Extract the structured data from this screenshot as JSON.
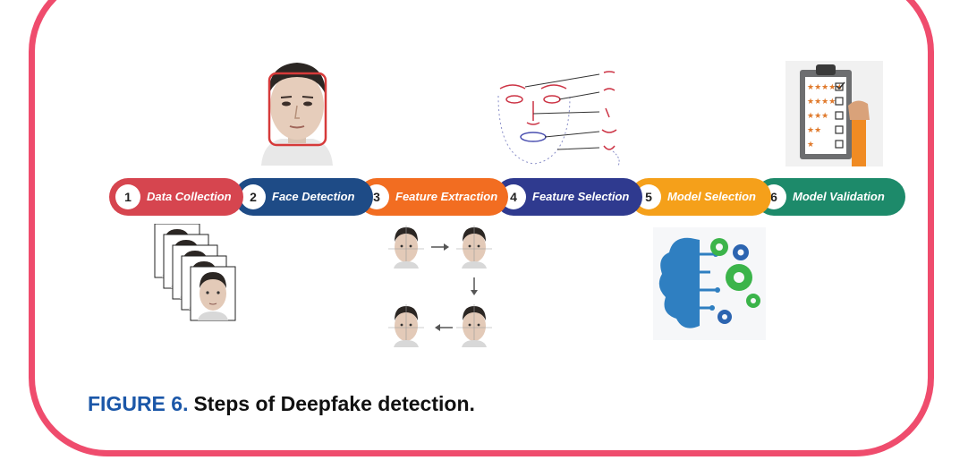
{
  "steps": [
    {
      "number": "1",
      "label": "Data Collection",
      "color": "#d6454f"
    },
    {
      "number": "2",
      "label": "Face Detection",
      "color": "#1e4b86"
    },
    {
      "number": "3",
      "label": "Feature Extraction",
      "color": "#f26d21"
    },
    {
      "number": "4",
      "label": "Feature Selection",
      "color": "#2f3a8f"
    },
    {
      "number": "5",
      "label": "Model Selection",
      "color": "#f5a01a"
    },
    {
      "number": "6",
      "label": "Model Validation",
      "color": "#1d8a6a"
    }
  ],
  "caption": {
    "figure_label": "FIGURE 6.",
    "text": "Steps of Deepfake detection."
  },
  "colors": {
    "frame": "#ef4c6d",
    "figure_label": "#1b57a8",
    "face_box": "#d63a3a",
    "brain": "#2f7fc1",
    "gear_green": "#3bb44a",
    "gear_blue": "#2c64b0"
  },
  "icons": [
    "face-detection-portrait",
    "facial-landmarks-icon",
    "rating-checklist-icon",
    "face-stack-icon",
    "feature-extraction-flow",
    "brain-gears-icon"
  ]
}
